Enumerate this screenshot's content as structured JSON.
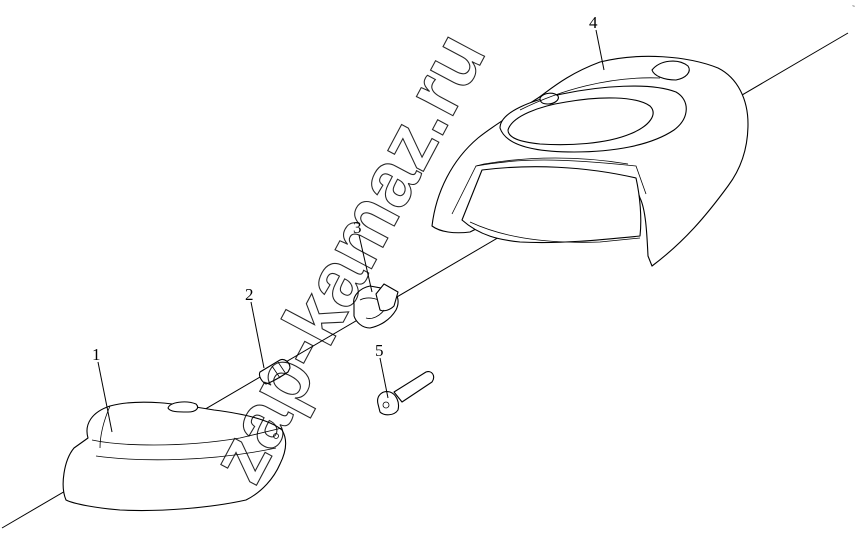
{
  "callouts": [
    {
      "number": "1"
    },
    {
      "number": "2"
    },
    {
      "number": "3"
    },
    {
      "number": "4"
    },
    {
      "number": "5"
    }
  ],
  "watermark": "zap-kamaz.ru",
  "corner_mark": "~",
  "colors": {
    "ink": "#000000",
    "background": "#ffffff"
  }
}
